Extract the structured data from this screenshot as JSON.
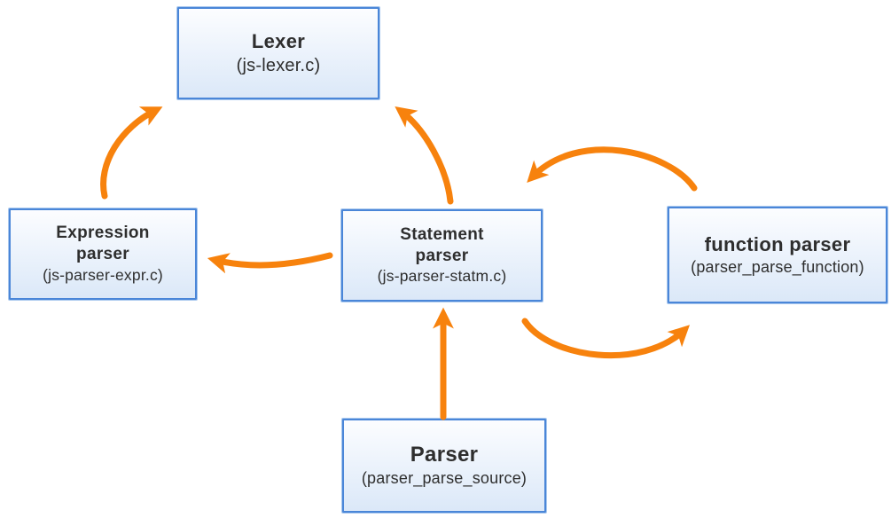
{
  "nodes": {
    "lexer": {
      "title": "Lexer",
      "subtitle": "(js-lexer.c)"
    },
    "expression_parser": {
      "title": "Expression\nparser",
      "subtitle": "(js-parser-expr.c)"
    },
    "statement_parser": {
      "title": "Statement\nparser",
      "subtitle": "(js-parser-statm.c)"
    },
    "function_parser": {
      "title": "function parser",
      "subtitle": "(parser_parse_function)"
    },
    "parser": {
      "title": "Parser",
      "subtitle": "(parser_parse_source)"
    }
  },
  "connections": [
    {
      "from": "expression_parser",
      "to": "lexer"
    },
    {
      "from": "statement_parser",
      "to": "lexer"
    },
    {
      "from": "statement_parser",
      "to": "expression_parser"
    },
    {
      "from": "function_parser",
      "to": "statement_parser"
    },
    {
      "from": "statement_parser",
      "to": "function_parser"
    },
    {
      "from": "parser",
      "to": "statement_parser"
    }
  ],
  "colors": {
    "arrow": "#F7820D",
    "node_border": "#4A86D8",
    "node_halo": "#A9C8EE",
    "node_fill_top": "#FCFDFF",
    "node_fill_bottom": "#DBE8F8",
    "text": "#2E2E2E",
    "background": "#FFFFFF"
  }
}
